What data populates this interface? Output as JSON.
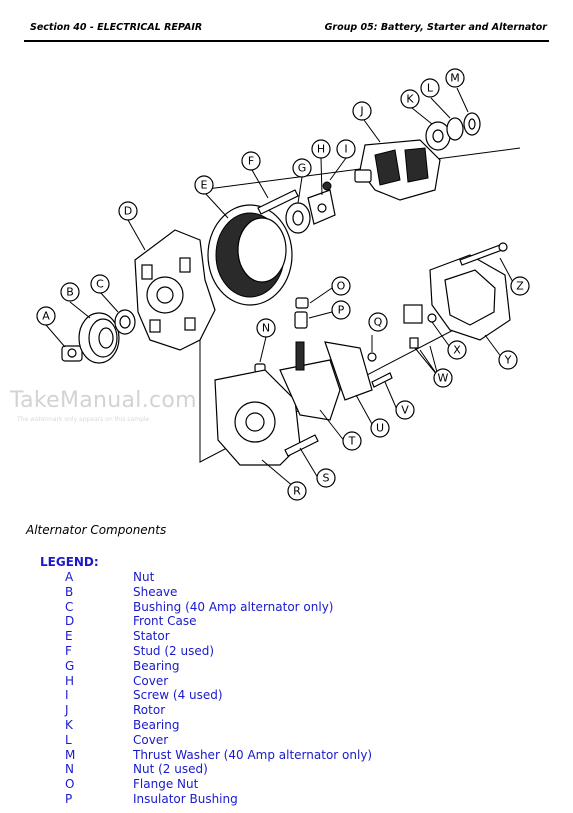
{
  "header": {
    "section": "Section 40 - ELECTRICAL REPAIR",
    "group": "Group 05: Battery, Starter and Alternator"
  },
  "watermark": {
    "brand": "TakeManual.com",
    "note": "The watermark only appears on this sample"
  },
  "callouts": [
    "A",
    "B",
    "C",
    "D",
    "E",
    "F",
    "G",
    "H",
    "I",
    "J",
    "K",
    "L",
    "M",
    "N",
    "O",
    "P",
    "Q",
    "R",
    "S",
    "T",
    "U",
    "V",
    "W",
    "X",
    "Y",
    "Z"
  ],
  "caption": "Alternator Components",
  "legend_title": "LEGEND:",
  "legend": [
    {
      "key": "A",
      "desc": "Nut"
    },
    {
      "key": "B",
      "desc": "Sheave"
    },
    {
      "key": "C",
      "desc": "Bushing (40 Amp alternator only)"
    },
    {
      "key": "D",
      "desc": "Front Case"
    },
    {
      "key": "E",
      "desc": "Stator"
    },
    {
      "key": "F",
      "desc": "Stud (2 used)"
    },
    {
      "key": "G",
      "desc": "Bearing"
    },
    {
      "key": "H",
      "desc": "Cover"
    },
    {
      "key": "I",
      "desc": "Screw (4 used)"
    },
    {
      "key": "J",
      "desc": "Rotor"
    },
    {
      "key": "K",
      "desc": "Bearing"
    },
    {
      "key": "L",
      "desc": "Cover"
    },
    {
      "key": "M",
      "desc": "Thrust Washer (40 Amp alternator only)"
    },
    {
      "key": "N",
      "desc": "Nut (2 used)"
    },
    {
      "key": "O",
      "desc": "Flange Nut"
    },
    {
      "key": "P",
      "desc": "Insulator Bushing"
    }
  ]
}
